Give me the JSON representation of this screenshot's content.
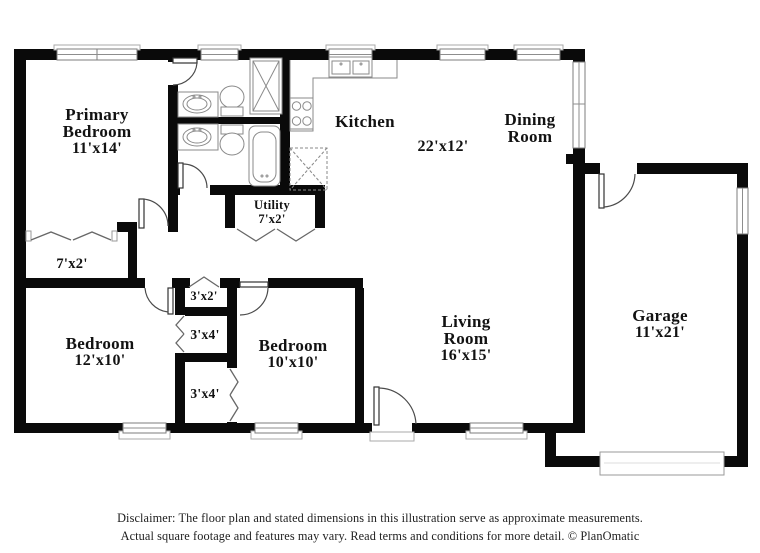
{
  "plan": {
    "rooms": {
      "primary_bedroom": {
        "name_line1": "Primary",
        "name_line2": "Bedroom",
        "dims": "11'x14'"
      },
      "kitchen": {
        "name": "Kitchen"
      },
      "kitchen_dining_dims": "22'x12'",
      "dining_room": {
        "name_line1": "Dining",
        "name_line2": "Room"
      },
      "utility": {
        "name": "Utility",
        "dims": "7'x2'"
      },
      "hall_closet": {
        "dims": "7'x2'"
      },
      "bedroom_left": {
        "name": "Bedroom",
        "dims": "12'x10'"
      },
      "closet_small": {
        "dims": "3'x2'"
      },
      "closet_mid": {
        "dims": "3'x4'"
      },
      "closet_bottom": {
        "dims": "3'x4'"
      },
      "bedroom_mid": {
        "name": "Bedroom",
        "dims": "10'x10'"
      },
      "living_room": {
        "name_line1": "Living",
        "name_line2": "Room",
        "dims": "16'x15'"
      },
      "garage": {
        "name": "Garage",
        "dims": "11'x21'"
      }
    },
    "disclaimer_line1": "Disclaimer: The floor plan and stated dimensions in this illustration serve as approximate measurements.",
    "disclaimer_line2": "Actual square footage and features may vary. Read terms and conditions for more detail. © PlanOmatic",
    "colors": {
      "wall": "#0a0a0a",
      "fixture": "#8a8a8a",
      "text": "#121212"
    }
  }
}
